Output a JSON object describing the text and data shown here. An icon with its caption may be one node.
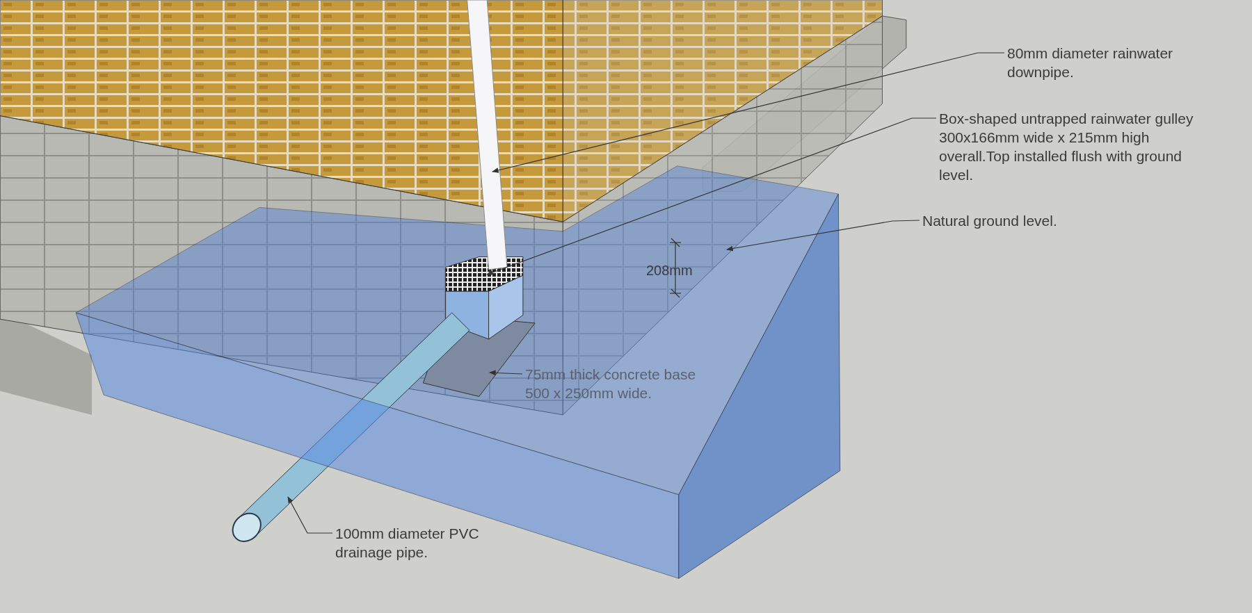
{
  "diagram": {
    "nodes": [
      {
        "text": [
          "80mm diameter rainwater downpipe."
        ]
      },
      {
        "text": [
          "Box-shaped untrapped rainwater gulley 300x166mm wide x 215mm high overall.Top installed flush with ground level."
        ]
      },
      {
        "text": [
          "Natural ground level."
        ]
      },
      {
        "text": [
          "75mm thick concrete base 500 x 250mm wide."
        ]
      },
      {
        "text": [
          "100mm diameter PVC drainage pipe."
        ]
      }
    ],
    "edges": [
      {
        "from": 0,
        "to": null,
        "arrow": "to"
      },
      {
        "from": 1,
        "to": null,
        "arrow": "to"
      },
      {
        "from": 2,
        "to": null,
        "arrow": "to"
      },
      {
        "from": 3,
        "to": null,
        "arrow": "to"
      },
      {
        "from": 4,
        "to": null,
        "arrow": "to"
      }
    ],
    "labels": [
      "208mm"
    ]
  }
}
